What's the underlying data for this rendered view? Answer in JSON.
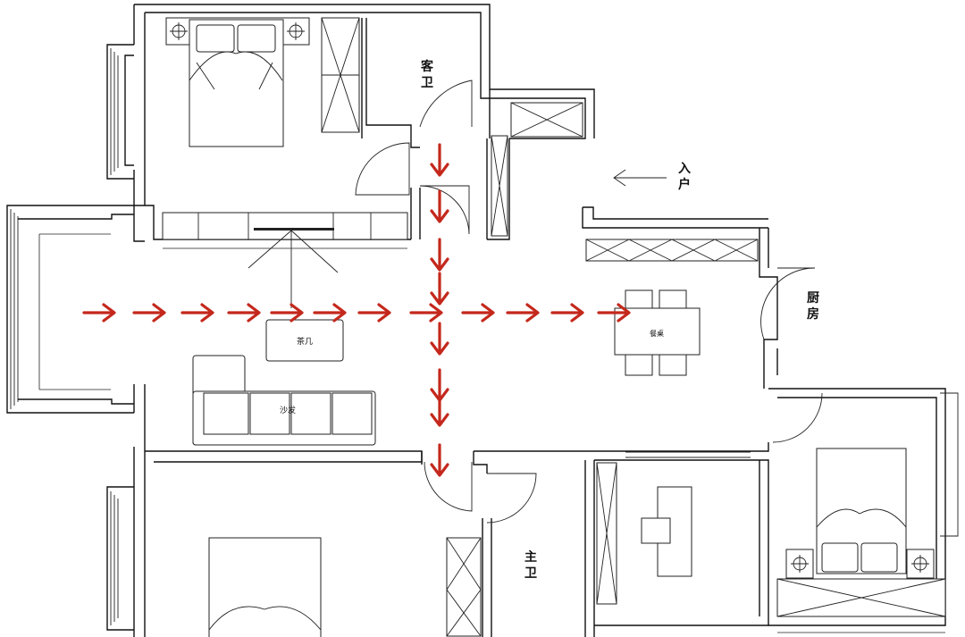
{
  "labels": {
    "guest_bath_1": "客",
    "guest_bath_2": "卫",
    "entrance_1": "入",
    "entrance_2": "户",
    "kitchen_1": "厨",
    "kitchen_2": "房",
    "master_bath_1": "主",
    "master_bath_2": "卫",
    "coffee_table": "茶几",
    "sofa": "沙发",
    "dining_table": "餐桌"
  },
  "colors": {
    "flow_arrow": "#c4281c",
    "line": "#111111",
    "background": "#ffffff"
  },
  "icons": {
    "entrance_arrow": "thin-left-arrow-icon",
    "flow": "red-chevron-arrow-icon"
  }
}
